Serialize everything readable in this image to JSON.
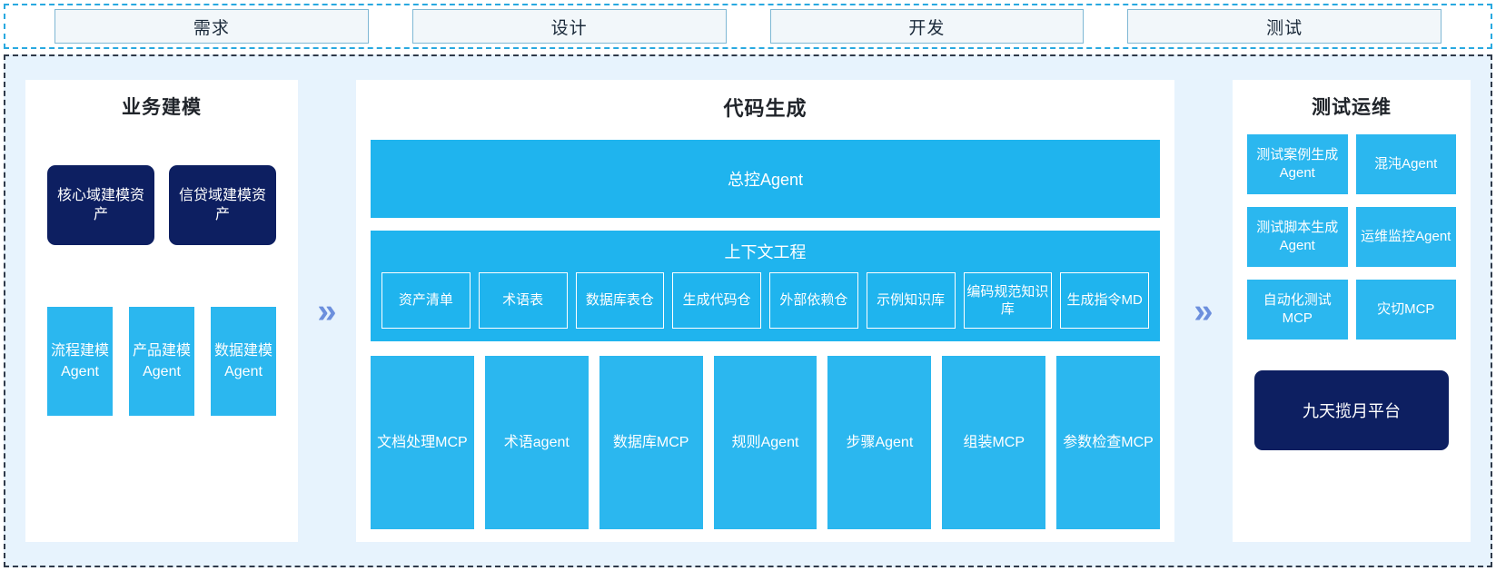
{
  "stages": [
    {
      "label": "需求"
    },
    {
      "label": "设计"
    },
    {
      "label": "开发"
    },
    {
      "label": "测试"
    }
  ],
  "arrows": {
    "glyph": "»",
    "color": "#6c8fdd"
  },
  "colors": {
    "accent_blue": "#1fb4ee",
    "tile_blue": "#2bb7ef",
    "navy": "#0d1f61",
    "canvas": "#e7f3fd",
    "panel": "#ffffff",
    "dashed_border_top": "#29a9e0",
    "dashed_border_main": "#2f3a4a",
    "stage_fill": "#f2f7fa",
    "stage_border": "#7fb8d4"
  },
  "left_panel": {
    "title": "业务建模",
    "assets": [
      {
        "label": "核心域建模资产"
      },
      {
        "label": "信贷域建模资产"
      }
    ],
    "agents": [
      {
        "label": "流程建模Agent"
      },
      {
        "label": "产品建模Agent"
      },
      {
        "label": "数据建模Agent"
      }
    ]
  },
  "mid_panel": {
    "title": "代码生成",
    "master_agent": "总控Agent",
    "context": {
      "title": "上下文工程",
      "items": [
        {
          "label": "资产清单"
        },
        {
          "label": "术语表"
        },
        {
          "label": "数据库表仓"
        },
        {
          "label": "生成代码仓"
        },
        {
          "label": "外部依赖仓"
        },
        {
          "label": "示例知识库"
        },
        {
          "label": "编码规范知识库"
        },
        {
          "label": "生成指令MD"
        }
      ]
    },
    "tools": [
      {
        "label": "文档处理MCP"
      },
      {
        "label": "术语agent"
      },
      {
        "label": "数据库MCP"
      },
      {
        "label": "规则Agent"
      },
      {
        "label": "步骤Agent"
      },
      {
        "label": "组装MCP"
      },
      {
        "label": "参数检查MCP"
      }
    ]
  },
  "right_panel": {
    "title": "测试运维",
    "items": [
      {
        "label": "测试案例生成Agent"
      },
      {
        "label": "混沌Agent"
      },
      {
        "label": "测试脚本生成Agent"
      },
      {
        "label": "运维监控Agent"
      },
      {
        "label": "自动化测试MCP"
      },
      {
        "label": "灾切MCP"
      }
    ],
    "platform": "九天揽月平台"
  }
}
